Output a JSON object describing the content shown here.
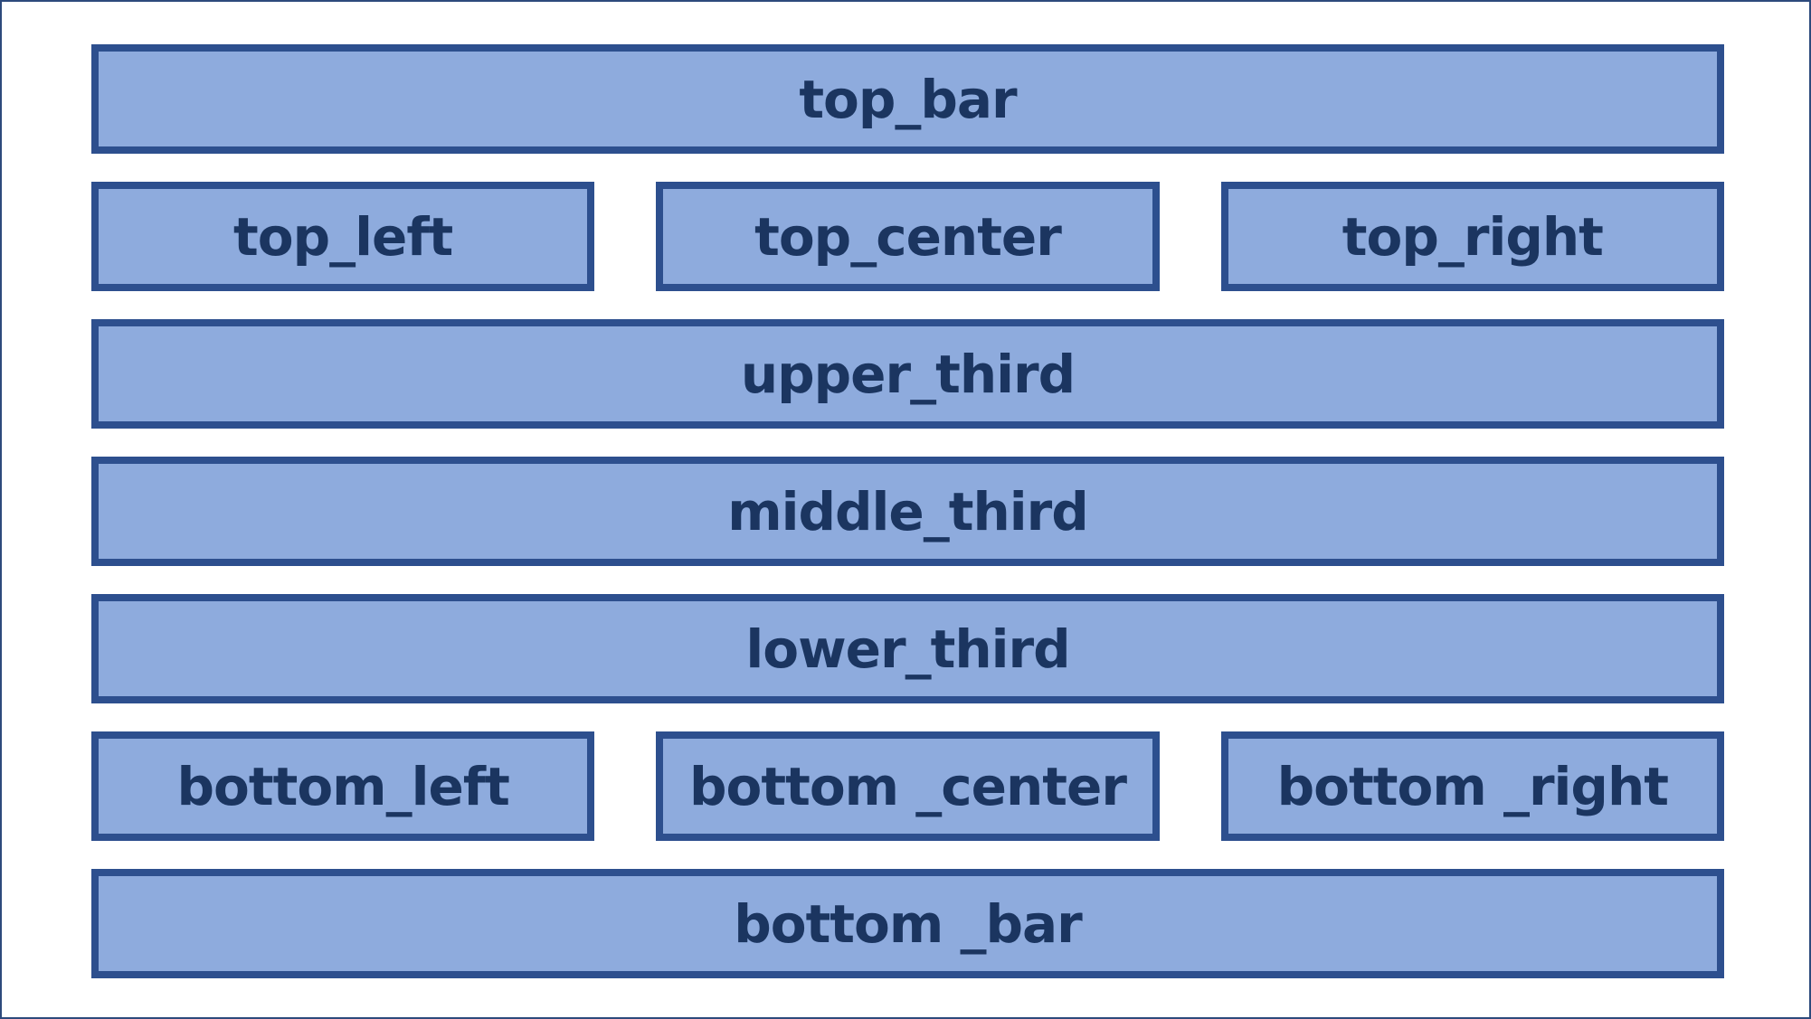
{
  "diagram": {
    "regions": {
      "top_bar": "top_bar",
      "top_left": "top_left",
      "top_center": "top_center",
      "top_right": "top_right",
      "upper_third": "upper_third",
      "middle_third": "middle_third",
      "lower_third": "lower_third",
      "bottom_left": "bottom_left",
      "bottom_center": "bottom _center",
      "bottom_right": "bottom _right",
      "bottom_bar": "bottom _bar"
    },
    "colors": {
      "box_fill": "#8eabdd",
      "box_border": "#2d4f8e",
      "label_text": "#1b3560",
      "frame_border": "#2d4a7c",
      "background": "#ffffff"
    }
  }
}
